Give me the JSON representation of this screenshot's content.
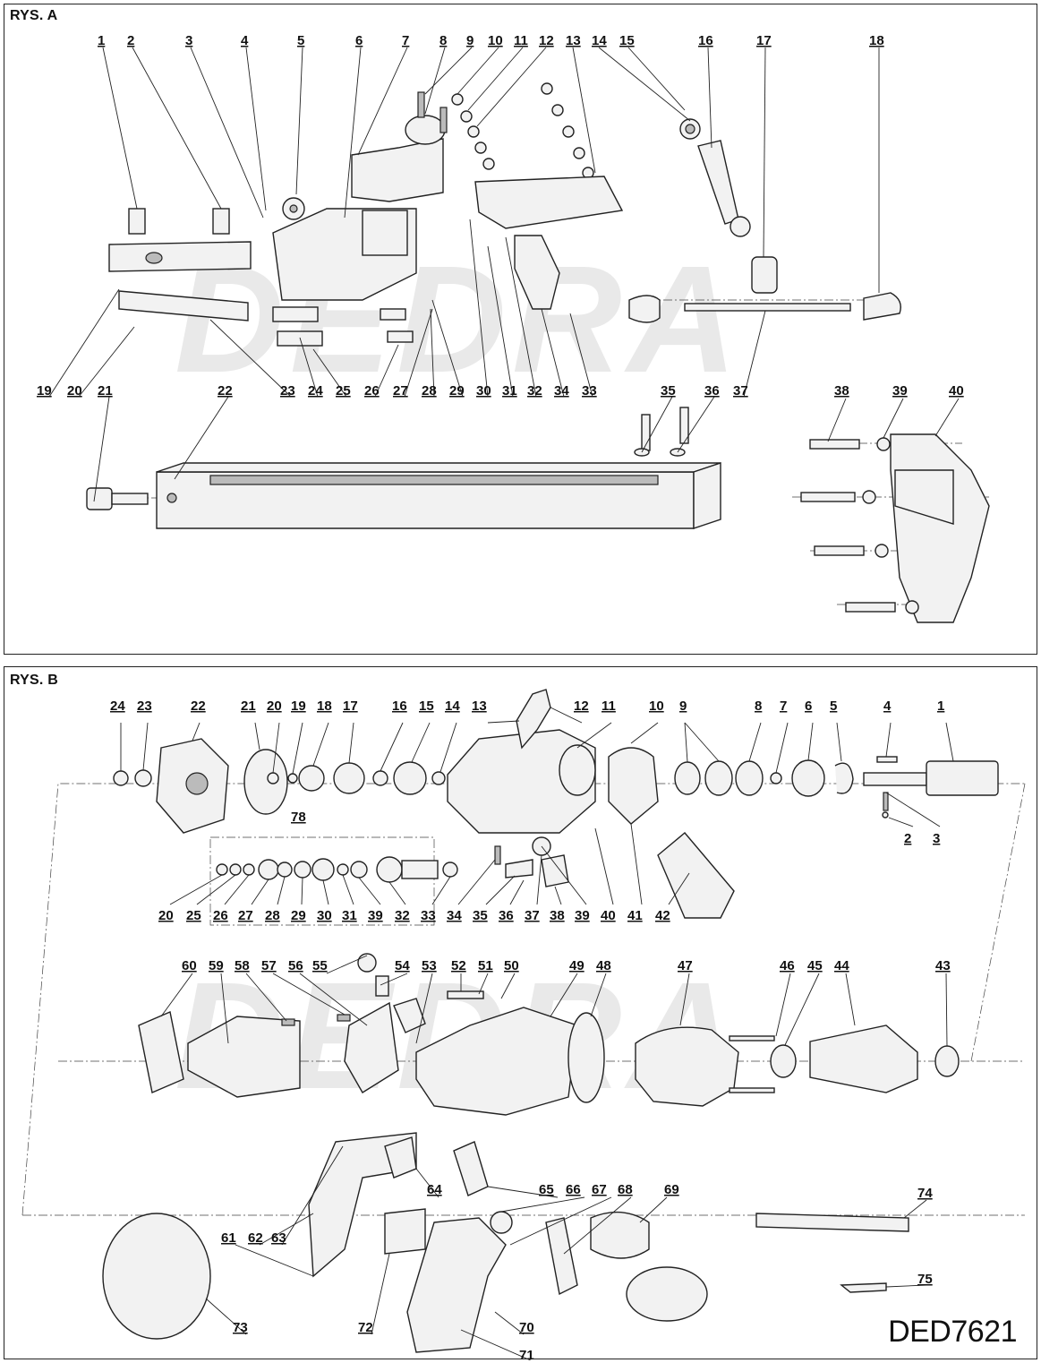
{
  "panel_a": {
    "title": "RYS. A",
    "labels_top": [
      "1",
      "2",
      "3",
      "4",
      "5",
      "6",
      "7",
      "8",
      "9",
      "10",
      "11",
      "12",
      "13",
      "14",
      "15",
      "16",
      "17",
      "18"
    ],
    "labels_mid": [
      "19",
      "20",
      "21",
      "22",
      "23",
      "24",
      "25",
      "26",
      "27",
      "28",
      "29",
      "30",
      "31",
      "32",
      "34",
      "33",
      "35",
      "36",
      "37",
      "38",
      "39",
      "40"
    ]
  },
  "panel_b": {
    "title": "RYS. B",
    "labels_row1": [
      "24",
      "23",
      "22",
      "21",
      "20",
      "19",
      "18",
      "17",
      "16",
      "15",
      "14",
      "13",
      "12",
      "11",
      "10",
      "9",
      "8",
      "7",
      "6",
      "5",
      "4",
      "1"
    ],
    "labels_row2": [
      "78",
      "2",
      "3"
    ],
    "labels_row3": [
      "20",
      "25",
      "26",
      "27",
      "28",
      "29",
      "30",
      "31",
      "39",
      "32",
      "33",
      "34",
      "35",
      "36",
      "37",
      "38",
      "39",
      "40",
      "41",
      "42"
    ],
    "labels_row4": [
      "60",
      "59",
      "58",
      "57",
      "56",
      "55",
      "54",
      "53",
      "52",
      "51",
      "50",
      "49",
      "48",
      "47",
      "46",
      "45",
      "44",
      "43"
    ],
    "labels_row5": [
      "61",
      "62",
      "63",
      "64",
      "65",
      "66",
      "67",
      "68",
      "69",
      "74",
      "75",
      "73",
      "72",
      "70",
      "71"
    ],
    "model": "DED7621"
  },
  "watermark": "DEDRA"
}
